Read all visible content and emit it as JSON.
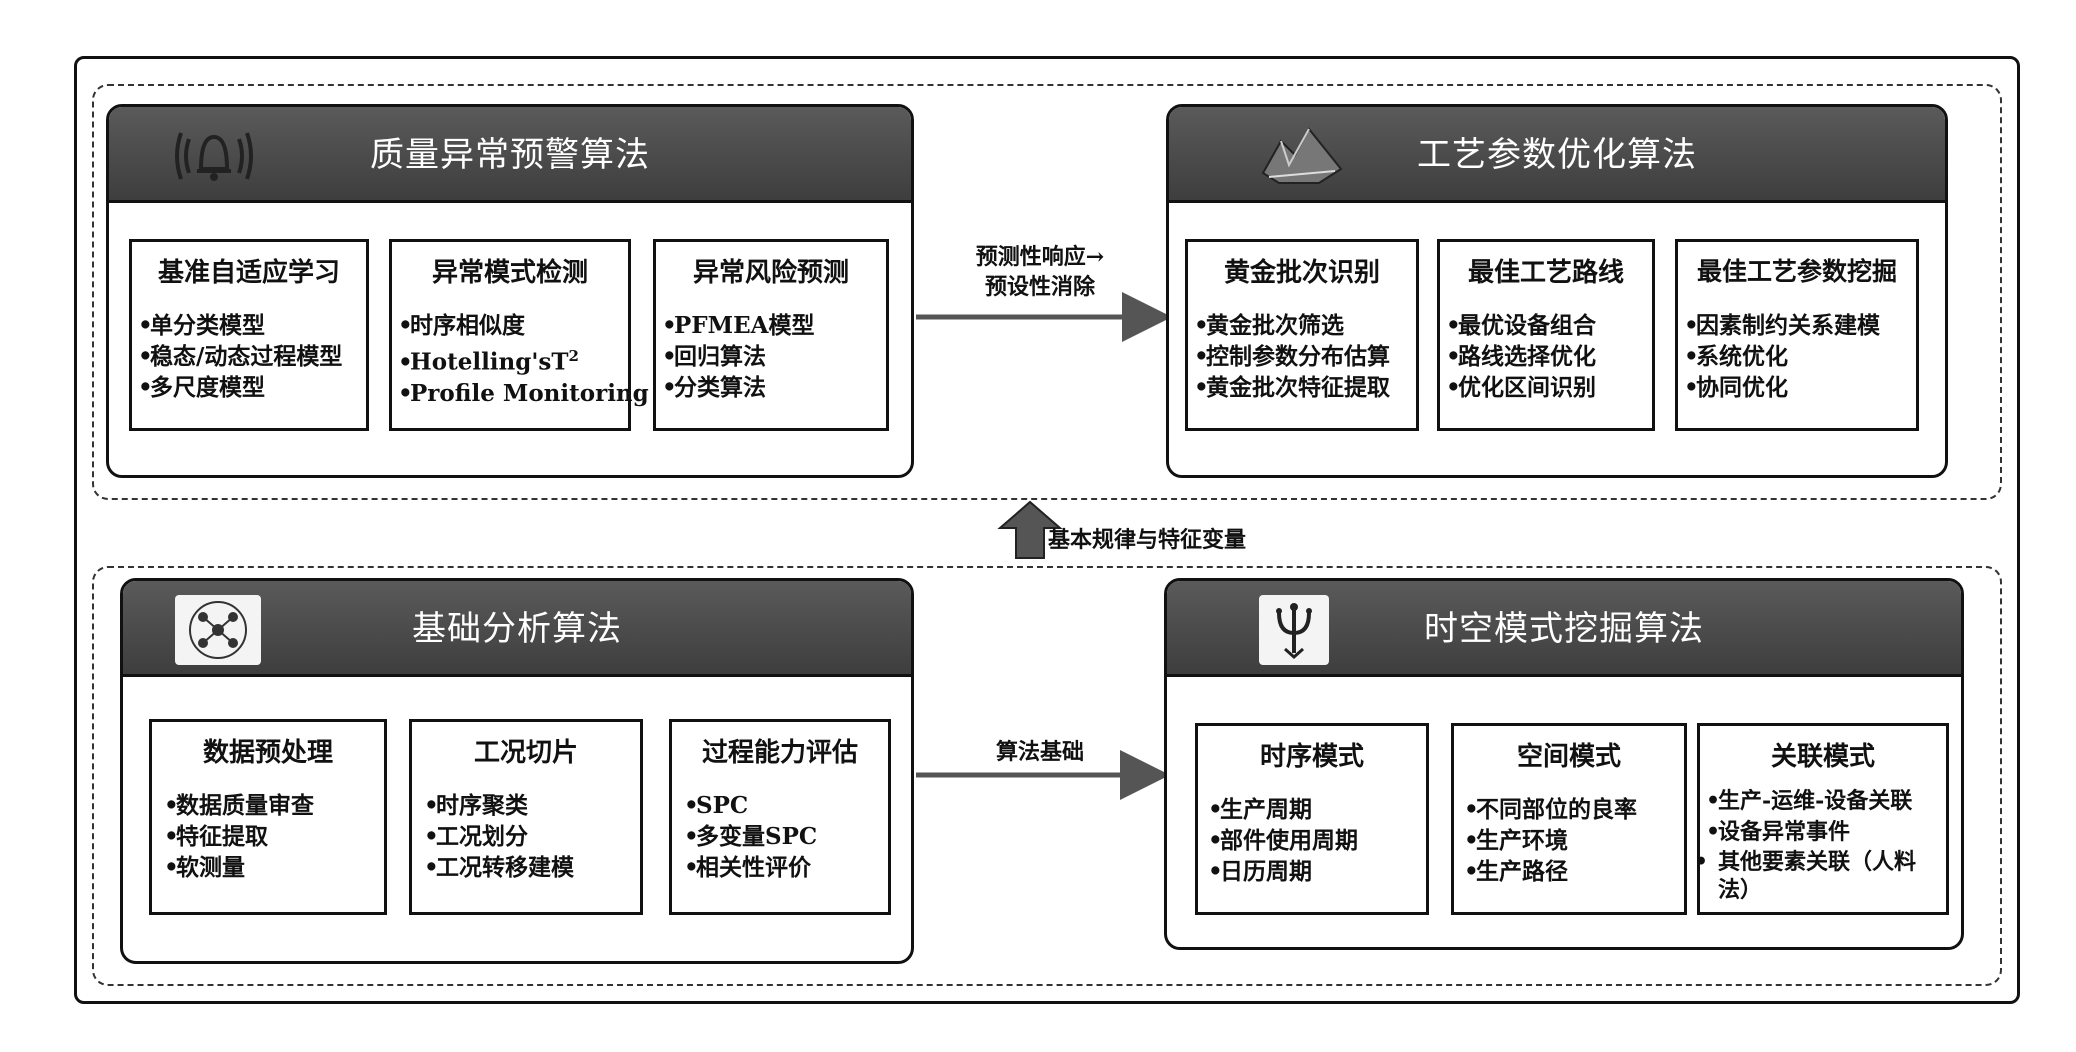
{
  "panels": {
    "quality": {
      "title": "质量异常预警算法",
      "icon": "alarm-bell-icon",
      "cards": [
        {
          "title": "基准自适应学习",
          "items": [
            "单分类模型",
            "稳态/动态过程模型",
            "多尺度模型"
          ]
        },
        {
          "title": "异常模式检测",
          "items": [
            "时序相似度",
            "Hotelling'sT",
            "Profile Monitoring"
          ],
          "superscript": "2"
        },
        {
          "title": "异常风险预测",
          "items": [
            "PFMEA模型",
            "回归算法",
            "分类算法"
          ]
        }
      ]
    },
    "process": {
      "title": "工艺参数优化算法",
      "icon": "landscape-map-icon",
      "cards": [
        {
          "title": "黄金批次识别",
          "items": [
            "黄金批次筛选",
            "控制参数分布估算",
            "黄金批次特征提取"
          ]
        },
        {
          "title": "最佳工艺路线",
          "items": [
            "最优设备组合",
            "路线选择优化",
            "优化区间识别"
          ]
        },
        {
          "title": "最佳工艺参数挖掘",
          "items": [
            "因素制约关系建模",
            "系统优化",
            "协同优化"
          ]
        }
      ]
    },
    "basic": {
      "title": "基础分析算法",
      "icon": "network-nodes-icon",
      "cards": [
        {
          "title": "数据预处理",
          "items": [
            "数据质量审查",
            "特征提取",
            "软测量"
          ]
        },
        {
          "title": "工况切片",
          "items": [
            "时序聚类",
            "工况划分",
            "工况转移建模"
          ]
        },
        {
          "title": "过程能力评估",
          "items": [
            "SPC",
            "多变量SPC",
            "相关性评价"
          ]
        }
      ]
    },
    "spatiotemporal": {
      "title": "时空模式挖掘算法",
      "icon": "trident-emblem-icon",
      "cards": [
        {
          "title": "时序模式",
          "items": [
            "生产周期",
            "部件使用周期",
            "日历周期"
          ]
        },
        {
          "title": "空间模式",
          "items": [
            "不同部位的良率",
            "生产环境",
            "生产路径"
          ]
        },
        {
          "title": "关联模式",
          "items": [
            "生产-运维-设备关联",
            "设备异常事件",
            "其他要素关联（人料法）"
          ]
        }
      ]
    }
  },
  "connectors": {
    "top": {
      "line1": "预测性响应→",
      "line2": "预设性消除"
    },
    "middle": "基本规律与特征变量",
    "bottom": "算法基础"
  },
  "bullet": "•",
  "colors": {
    "header": "#4a4a4a",
    "border": "#111111",
    "arrow": "#555555"
  }
}
